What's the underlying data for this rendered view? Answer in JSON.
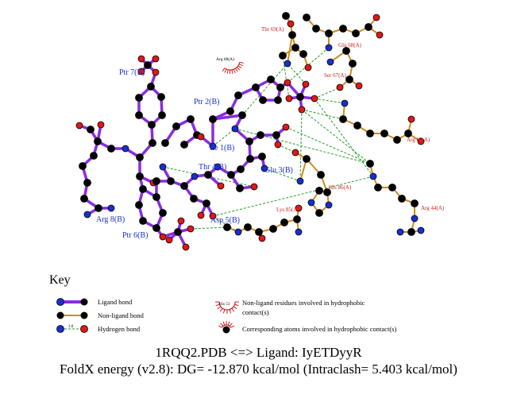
{
  "colors": {
    "ligand_bond": "#8a2be2",
    "nonligand_bond": "#d08a1e",
    "hbond": "#22a022",
    "carbon": "#000000",
    "nitrogen": "#1a2fd0",
    "oxygen": "#e01818",
    "ligand_label": "#1a2fd0",
    "residue_label": "#d02020",
    "hydrophobic": "#d02020"
  },
  "ligand_labels": [
    "Ptr 7(B)",
    "Ptr 2(B)",
    "Ile 1(B)",
    "Thr 4(B)",
    "Glu 3(B)",
    "Arg 8(B)",
    "Asp 5(B)",
    "Ptr 6(B)"
  ],
  "residue_labels": [
    "Thr 69(A)",
    "Glu 68(A)",
    "Ser 67(A)",
    "Arg 65(A)",
    "His 86(A)",
    "Arg 44(A)",
    "Lys 85(A)"
  ],
  "hydrophobic_labels": [
    "Arg 88(A)"
  ],
  "key": {
    "title": "Key",
    "ligand_bond": "Ligand bond",
    "nonligand_bond": "Non-ligand bond",
    "hbond": "Hydrogen bond",
    "hydrophobic_res_label": "His 53",
    "hydrophobic_res_line1": "Non-ligand residues involved in hydrophobic",
    "hydrophobic_res_line2": "contact(s)",
    "hydrophobic_atoms": "Corresponding atoms involved in hydrophobic contact(s)",
    "hbond_mark": "3.0"
  },
  "footer": {
    "line1": "1RQQ2.PDB <=> Ligand: IyETDyyR",
    "line2": "FoldX energy (v2.8): DG= -12.870 kcal/mol (Intraclash= 5.403 kcal/mol)"
  }
}
